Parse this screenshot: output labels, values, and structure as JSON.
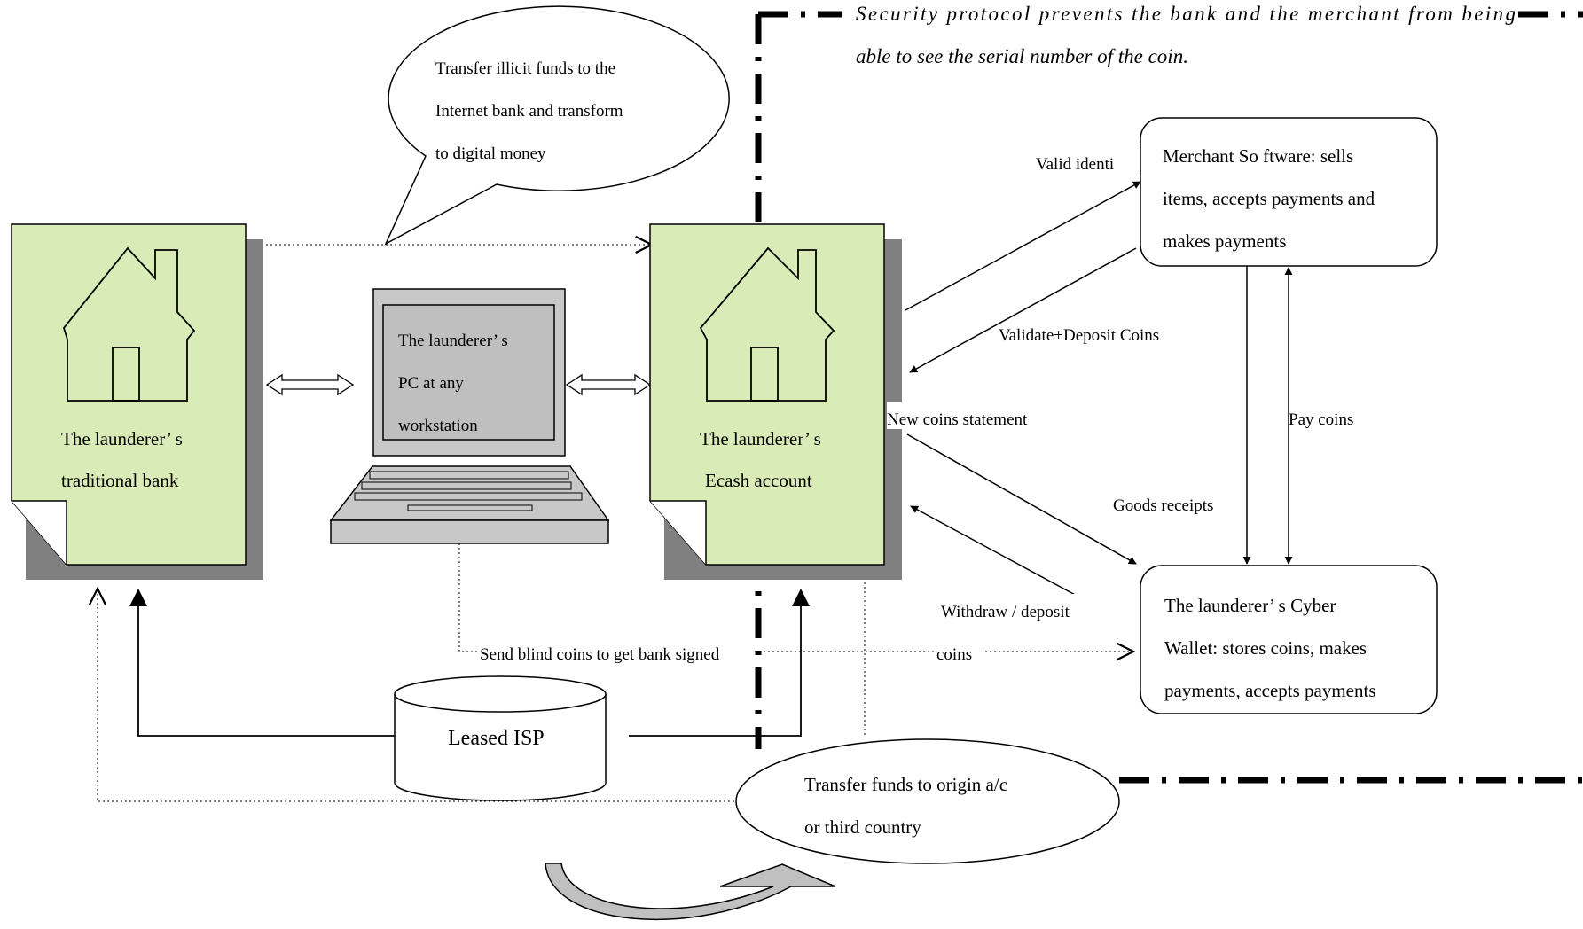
{
  "security_note": {
    "line1": "Security protocol prevents the bank and the merchant from being",
    "line2": "able to see the serial number of the coin."
  },
  "callout_illicit": {
    "line1": "Transfer illicit funds to the",
    "line2": "Internet bank and transform",
    "line3": "to digital money"
  },
  "traditional_bank": {
    "line1": "The  launderer’ s",
    "line2": "traditional bank"
  },
  "pc": {
    "line1": "The launderer’ s",
    "line2": "PC at any",
    "line3": "workstation"
  },
  "ecash_account": {
    "line1": "The launderer’ s",
    "line2": "Ecash account"
  },
  "merchant": {
    "line1": "Merchant So ftware: sells",
    "line2": "items, accepts payments and",
    "line3": "makes payments"
  },
  "wallet": {
    "line1": "The launderer’ s Cyber",
    "line2": "Wallet: stores coins, makes",
    "line3": "payments, accepts payments"
  },
  "isp": {
    "label": "Leased ISP"
  },
  "transfer_origin": {
    "line1": "Transfer funds to origin a/c",
    "line2": "or third country"
  },
  "edge_labels": {
    "valid_identity": "Valid identi",
    "validate_deposit": "Validate+Deposit Coins",
    "new_coins_statement": "New  coins  statement",
    "pay_coins": "Pay  coins",
    "goods_receipts": "Goods  receipts",
    "withdraw_deposit": "Withdraw / deposit",
    "coins": "coins",
    "send_blind_coins": "Send blind coins to get bank signed"
  }
}
